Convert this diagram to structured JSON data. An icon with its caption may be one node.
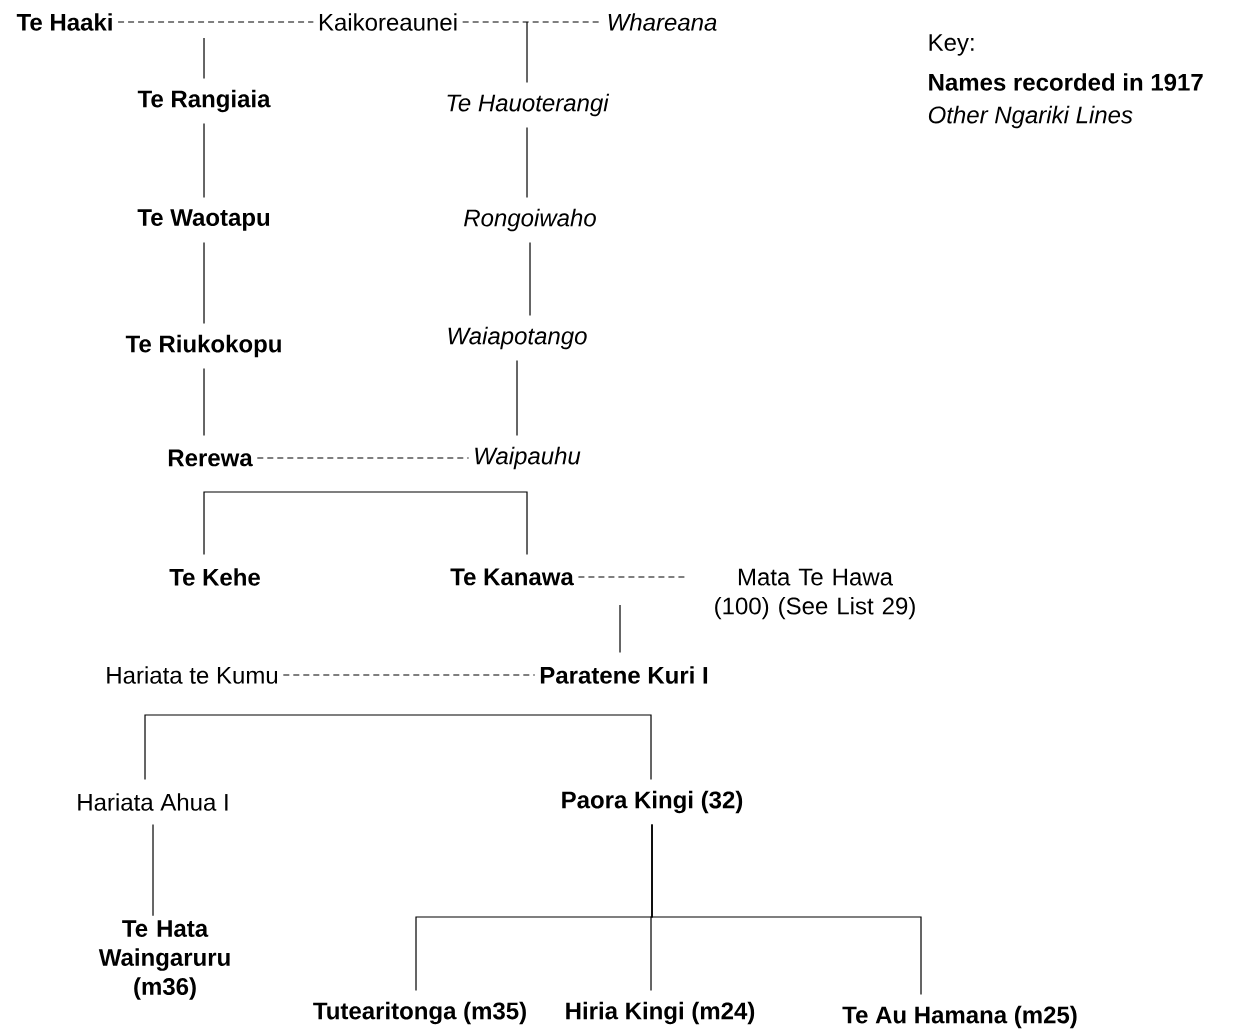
{
  "diagram": {
    "nodes": [
      {
        "text": [
          "Te Haaki"
        ]
      },
      {
        "text": [
          "Kaikoreaunei"
        ]
      },
      {
        "text": [
          "Whareana"
        ]
      },
      {
        "text": [
          "Te Rangiaia"
        ]
      },
      {
        "text": [
          "Te Hauoterangi"
        ]
      },
      {
        "text": [
          "Te Waotapu"
        ]
      },
      {
        "text": [
          "Rongoiwaho"
        ]
      },
      {
        "text": [
          "Te Riukokopu"
        ]
      },
      {
        "text": [
          "Waiapotango"
        ]
      },
      {
        "text": [
          "Rerewa"
        ]
      },
      {
        "text": [
          "Waipauhu"
        ]
      },
      {
        "text": [
          "Te Kehe"
        ]
      },
      {
        "text": [
          "Te Kanawa"
        ]
      },
      {
        "text": [
          "Mata Te Hawa (100) (See List 29)"
        ]
      },
      {
        "text": [
          "Hariata te Kumu"
        ]
      },
      {
        "text": [
          "Paratene Kuri I"
        ]
      },
      {
        "text": [
          "Hariata Ahua I"
        ]
      },
      {
        "text": [
          "Paora Kingi (32)"
        ]
      },
      {
        "text": [
          "Te Hata Waingaruru (m36)"
        ]
      },
      {
        "text": [
          "Tutearitonga (m35)"
        ]
      },
      {
        "text": [
          "Hiria Kingi (m24)"
        ]
      },
      {
        "text": [
          "Te Au Hamana (m25)"
        ]
      }
    ],
    "edges": [
      {
        "from": 0,
        "to": 1,
        "arrow": "none",
        "style": "dashed"
      },
      {
        "from": 1,
        "to": 2,
        "arrow": "none",
        "style": "dashed"
      },
      {
        "from": null,
        "to": 3,
        "arrow": "none"
      },
      {
        "from": null,
        "to": 4,
        "arrow": "none"
      },
      {
        "from": 3,
        "to": 5,
        "arrow": "none"
      },
      {
        "from": 4,
        "to": 6,
        "arrow": "none"
      },
      {
        "from": 5,
        "to": 7,
        "arrow": "none"
      },
      {
        "from": 6,
        "to": 8,
        "arrow": "none"
      },
      {
        "from": 7,
        "to": 9,
        "arrow": "none"
      },
      {
        "from": 8,
        "to": 10,
        "arrow": "none"
      },
      {
        "from": 9,
        "to": 10,
        "arrow": "none",
        "style": "dashed"
      },
      {
        "from": 11,
        "to": 12,
        "arrow": "none"
      },
      {
        "from": 12,
        "to": 13,
        "arrow": "none",
        "style": "dashed"
      },
      {
        "from": null,
        "to": 15,
        "arrow": "none"
      },
      {
        "from": 14,
        "to": 15,
        "arrow": "none",
        "style": "dashed"
      },
      {
        "from": 16,
        "to": 17,
        "arrow": "none"
      },
      {
        "from": 16,
        "to": 18,
        "arrow": "none"
      },
      {
        "from": 17,
        "to": 19,
        "arrow": "none"
      },
      {
        "from": 17,
        "to": 20,
        "arrow": "none"
      },
      {
        "from": 17,
        "to": 21,
        "arrow": "none"
      }
    ],
    "labels": [
      "Key:",
      "Names recorded in 1917",
      "Other Ngariki Lines"
    ]
  }
}
